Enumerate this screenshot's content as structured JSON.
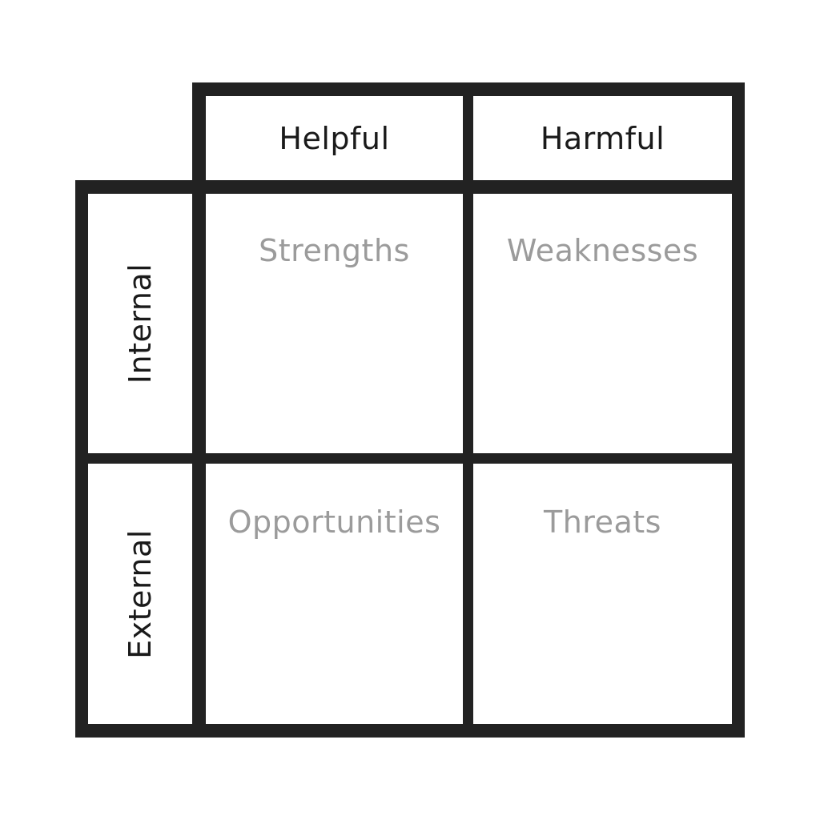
{
  "headers": {
    "helpful": "Helpful",
    "harmful": "Harmful"
  },
  "rows": {
    "internal": "Internal",
    "external": "External"
  },
  "quadrants": {
    "strengths": "Strengths",
    "weaknesses": "Weaknesses",
    "opportunities": "Opportunities",
    "threats": "Threats"
  },
  "colors": {
    "border": "#222222",
    "header_text": "#1a1a1a",
    "quadrant_text": "#9b9b9b",
    "background": "#ffffff"
  }
}
